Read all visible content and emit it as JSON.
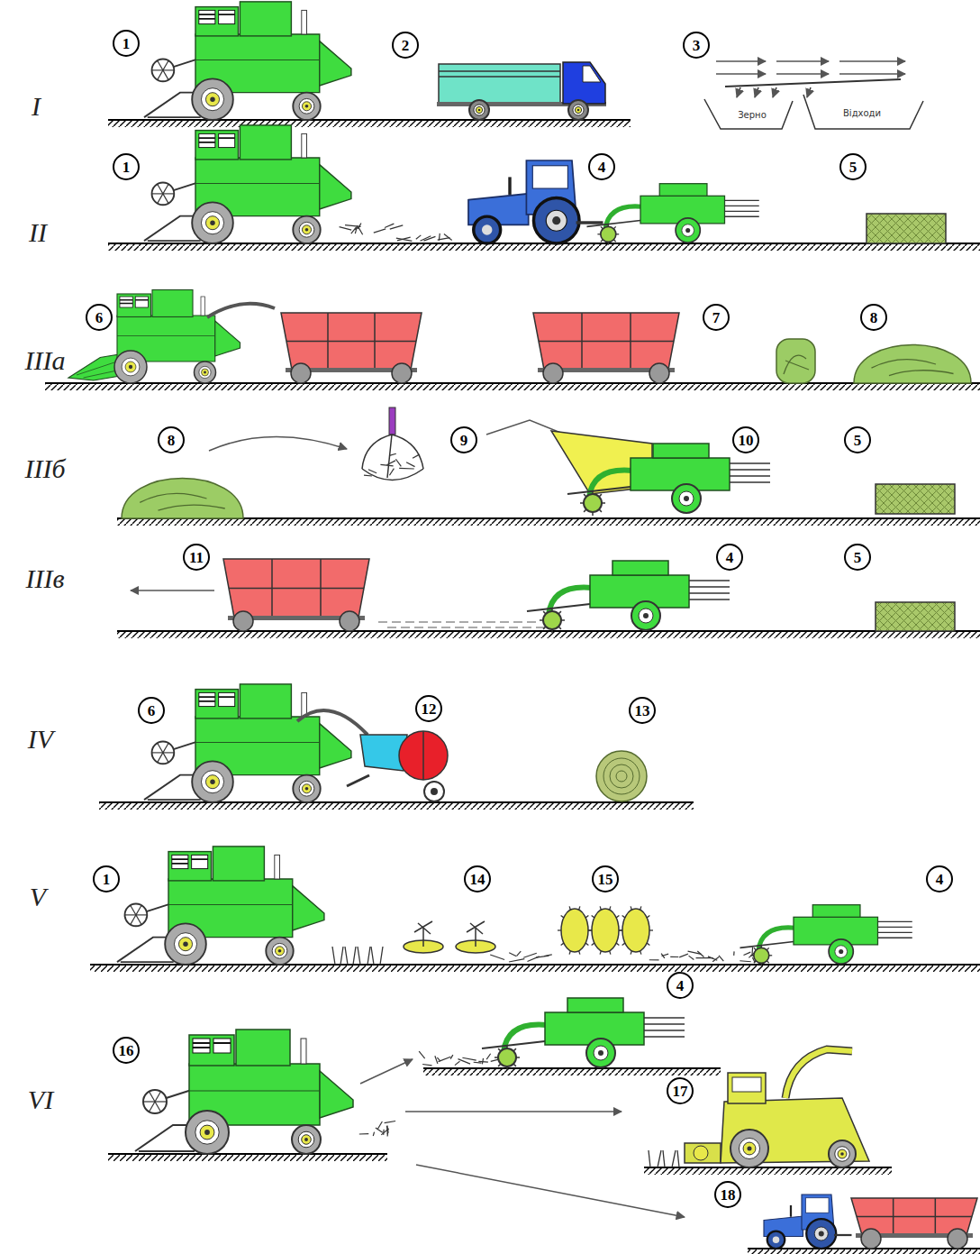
{
  "diagram": {
    "labels": [
      "I",
      "1",
      "2",
      "3",
      "Зерно",
      "Відходи",
      "II",
      "1",
      "4",
      "5",
      "IIIа",
      "6",
      "7",
      "8",
      "IIIб",
      "8",
      "9",
      "10",
      "5",
      "IIIв",
      "11",
      "4",
      "5",
      "IV",
      "6",
      "12",
      "13",
      "V",
      "1",
      "14",
      "15",
      "4",
      "4",
      "VI",
      "16",
      "17",
      "18"
    ]
  }
}
